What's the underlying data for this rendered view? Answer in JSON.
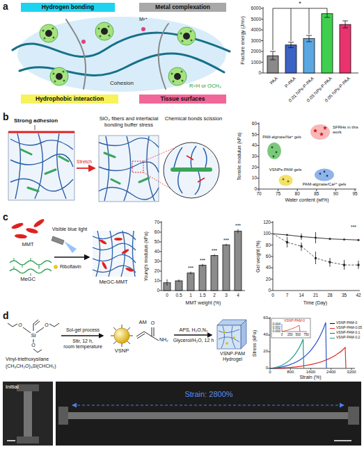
{
  "diagram": {
    "nodes": [
      {
        "text": [
          "Hydrogen bonding"
        ]
      },
      {
        "text": [
          "Metal complexation"
        ]
      },
      {
        "text": [
          "Hydrophobic interaction"
        ]
      },
      {
        "text": [
          "Tissue surfaces"
        ]
      }
    ],
    "labels": [
      "a",
      "Cohesion",
      "R=H or OCH₃",
      "M²⁺",
      "Fracture energy (J/m²)",
      "0",
      "1000",
      "2000",
      "3000",
      "4000",
      "5000",
      "6000",
      "PAA",
      "P-PAA",
      "0.01 NPs-P-PAA",
      "0.03 NPs-P-PAA",
      "0.05 NPs-P-PAA",
      "*",
      "b",
      "Strong adhesion",
      "Stretch",
      "SiO₂ fibers and interfacial bonding buffer stress",
      "Chemical bonds scission",
      "Tensile modulus (kPa)",
      "0",
      "10",
      "20",
      "30",
      "40",
      "50",
      "60",
      "70",
      "75",
      "80",
      "85",
      "90",
      "95",
      "Water content (wt%)",
      "PAM-alginate/Na⁺ gels",
      "SFRHs in this work",
      "PAM-alginate/Ca²⁺ gels",
      "VSNPs-PAM gels",
      "c",
      "MMT",
      "MeGC",
      "Visible blue light",
      "Riboflavin",
      "MeGC-MMT",
      "Young's modulus (kPa)",
      "0",
      "10",
      "20",
      "30",
      "40",
      "50",
      "60",
      "70",
      "0",
      "0.5",
      "1",
      "1.5",
      "2",
      "3",
      "4",
      "MMT weight (%)",
      "***",
      "***",
      "***",
      "***",
      "***",
      "Gel weight (%)",
      "0",
      "20",
      "40",
      "60",
      "80",
      "100",
      "120",
      "0",
      "7",
      "14",
      "21",
      "28",
      "35",
      "42",
      "Time (Day)",
      "***",
      "d",
      "Si",
      "O",
      "O",
      "O",
      "Sol-gel process",
      "Stir, 12 h,",
      "room temperature",
      "VSNP",
      "AM",
      "O",
      "NH₂",
      "APS, H₂O,N₂",
      "Glycerol/H₂O, 12 h",
      "VSNP-PAM Hydrogel",
      "Vinyl-triethoxysilane",
      "(CH₃CH₂O)₃Si(CHCH₂)",
      "Stress (kPa)",
      "0",
      "20",
      "40",
      "60",
      "0",
      "800",
      "1600",
      "2400",
      "3200",
      "Strain (%)",
      "VSNP-PAM-0",
      "0.004",
      "0.002",
      "0.000",
      "0",
      "250",
      "500",
      "750",
      "Initial",
      "Strain: 2800%"
    ],
    "legend": [
      {
        "text": "VSNP-PAM-0"
      },
      {
        "text": "VSNP-PAM-0.05"
      },
      {
        "text": "VSNP-PAM-0.1"
      },
      {
        "text": "VSNP-PAM-0.2"
      }
    ]
  }
}
